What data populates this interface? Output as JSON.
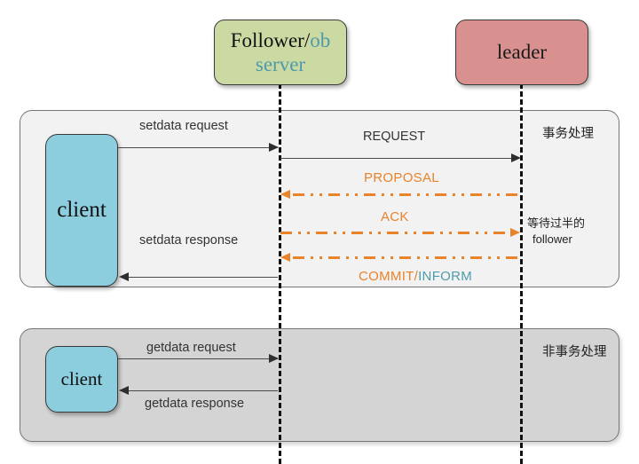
{
  "participants": {
    "follower": {
      "label_black": "Follower/",
      "label_teal": "ob",
      "label_line2": "server",
      "color": "#cbd9a3"
    },
    "leader": {
      "label": "leader",
      "color": "#d9918f"
    }
  },
  "actors": {
    "client_top": "client",
    "client_bottom": "client"
  },
  "panels": {
    "transaction": {
      "note": "事务处理",
      "color": "#f2f2f2"
    },
    "non_transaction": {
      "note": "非事务处理",
      "color": "#d4d4d4"
    }
  },
  "messages": {
    "setdata_request": "setdata request",
    "setdata_response": "setdata response",
    "request": "REQUEST",
    "proposal": "PROPOSAL",
    "ack": "ACK",
    "commit_orange": "COMMIT/",
    "inform_teal": "INFORM",
    "getdata_request": "getdata request",
    "getdata_response": "getdata response"
  },
  "annotations": {
    "wait_majority_line1": "等待过半的",
    "wait_majority_line2": "follower"
  },
  "colors": {
    "orange": "#e8832a",
    "teal": "#4f9aab",
    "client_blue": "#8ccdde",
    "dark_line": "#4a4a4a"
  }
}
